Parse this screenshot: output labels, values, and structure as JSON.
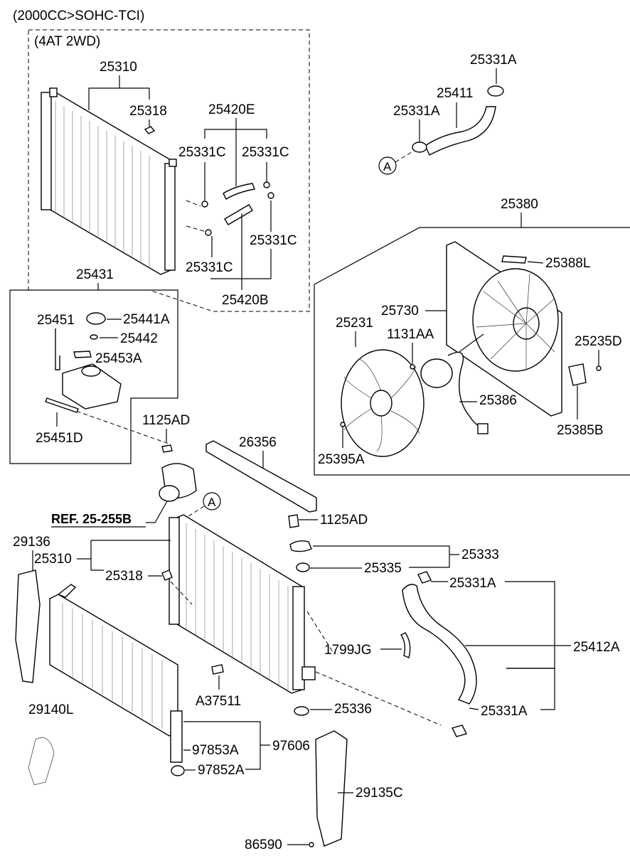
{
  "header": {
    "engine": "(2000CC>SOHC-TCI)",
    "variant": "(4AT 2WD)"
  },
  "ref_label": "REF. 25-255B",
  "callout_a": "A",
  "parts": {
    "p25310_top": "25310",
    "p25318_top": "25318",
    "p25420E": "25420E",
    "p25331C_1": "25331C",
    "p25331C_2": "25331C",
    "p25331C_3": "25331C",
    "p25331C_4": "25331C",
    "p25420B": "25420B",
    "p25331A_hose_top": "25331A",
    "p25411": "25411",
    "p25331A_hose_left": "25331A",
    "p25380": "25380",
    "p25388L": "25388L",
    "p25730": "25730",
    "p25231": "25231",
    "p1131AA": "1131AA",
    "p25235D": "25235D",
    "p25386": "25386",
    "p25385B": "25385B",
    "p25395A": "25395A",
    "p25431": "25431",
    "p25451": "25451",
    "p25441A": "25441A",
    "p25442": "25442",
    "p25453A": "25453A",
    "p25451D": "25451D",
    "p1125AD_1": "1125AD",
    "p26356": "26356",
    "p1125AD_2": "1125AD",
    "p25333": "25333",
    "p25335": "25335",
    "p29136": "29136",
    "p25310_main": "25310",
    "p25318_main": "25318",
    "p25331A_low1": "25331A",
    "p25412A": "25412A",
    "p1799JG": "1799JG",
    "pA37511": "A37511",
    "p29140L": "29140L",
    "p25336": "25336",
    "p25331A_low2": "25331A",
    "p97853A": "97853A",
    "p97606": "97606",
    "p97852A": "97852A",
    "p29135C": "29135C",
    "p86590": "86590"
  }
}
